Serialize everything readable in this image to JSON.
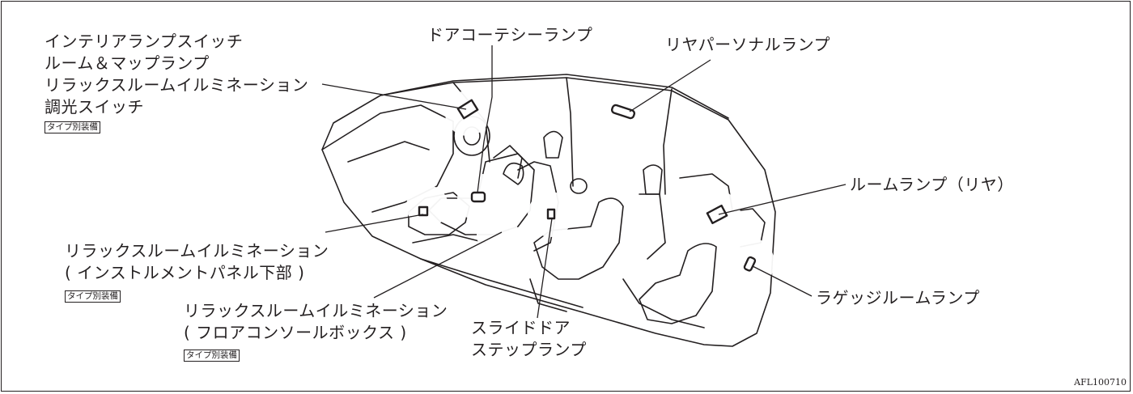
{
  "labels": {
    "interior_switch": [
      "インテリアランプスイッチ",
      "ルーム＆マップランプ",
      "リラックスルームイルミネーション",
      "調光スイッチ"
    ],
    "door_courtesy": "ドアコーテシーランプ",
    "rear_personal": "リヤパーソナルランプ",
    "room_lamp_rear": "ルームランプ（リヤ）",
    "luggage_lamp": "ラゲッジルームランプ",
    "relax_instrument": [
      "リラックスルームイルミネーション",
      "( インストルメントパネル下部 )"
    ],
    "relax_console": [
      "リラックスルームイルミネーション",
      "( フロアコンソールボックス )"
    ],
    "slide_door_step": [
      "スライドドア",
      "ステップランプ"
    ]
  },
  "badge_text": "タイプ別装備",
  "figure_code": "AFL100710",
  "colors": {
    "line": "#231f20",
    "highlight": "#ffffff",
    "background": "#ffffff"
  }
}
